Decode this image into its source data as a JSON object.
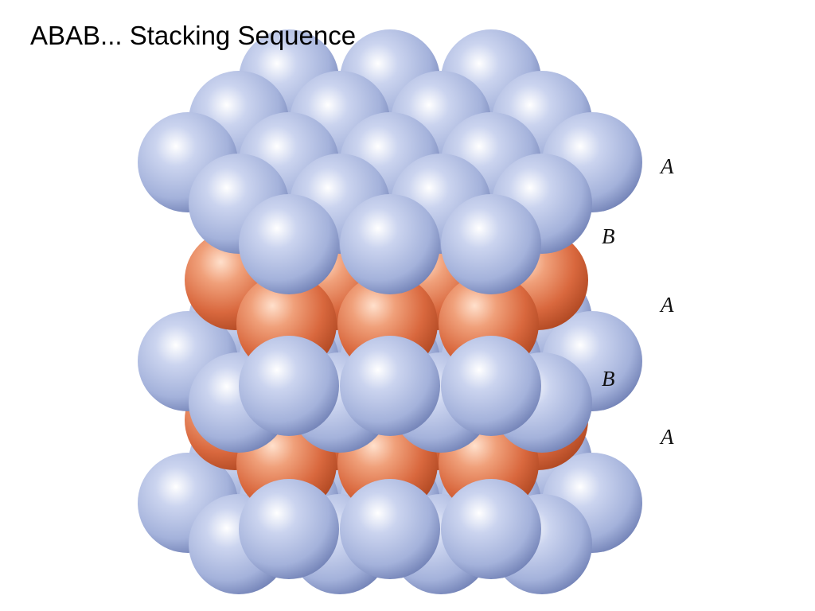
{
  "title": "ABAB... Stacking Sequence",
  "layer_labels": [
    "A",
    "B",
    "A",
    "B",
    "A"
  ],
  "colors": {
    "sphere_a": "#a4b2db",
    "sphere_a_highlight": "#ffffff",
    "sphere_a_shadow": "#6f7fb4",
    "sphere_b": "#d9683e",
    "sphere_b_highlight": "#ffe0cc",
    "sphere_b_shadow": "#b24a24",
    "background": "#ffffff"
  }
}
